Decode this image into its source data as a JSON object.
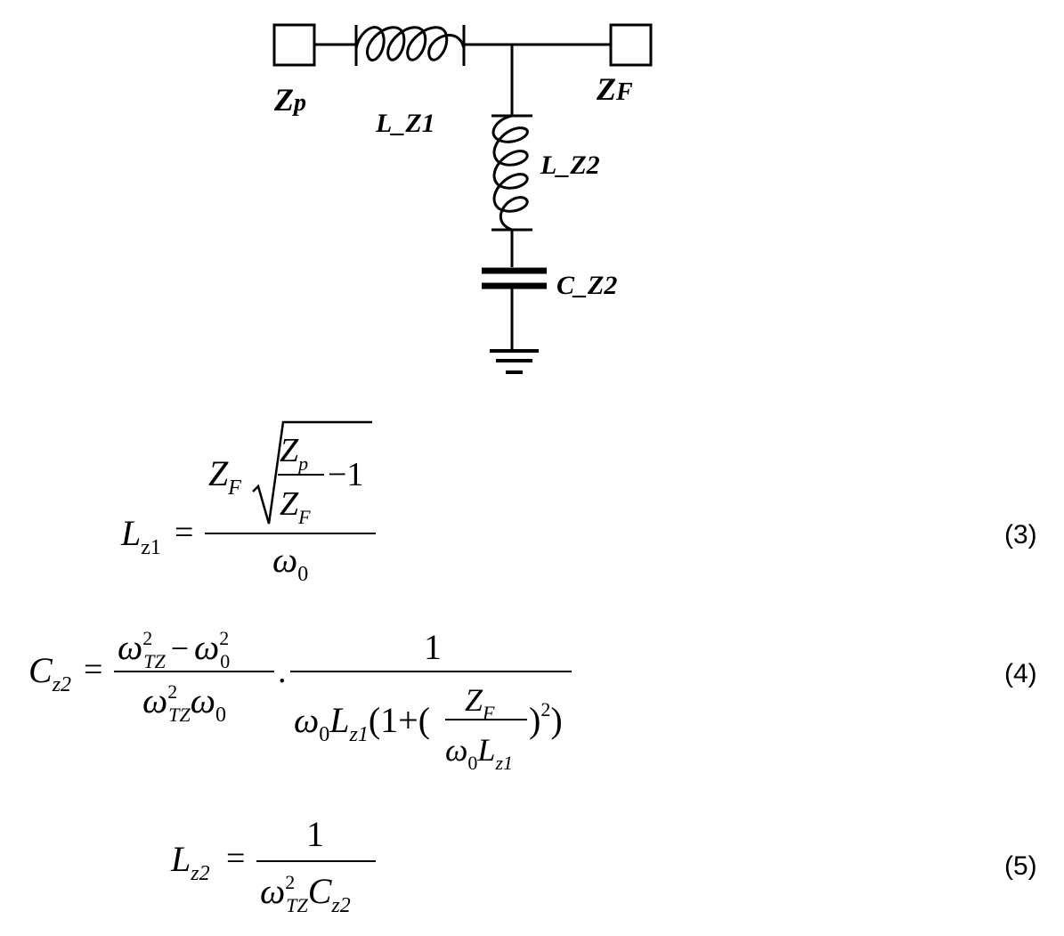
{
  "schematic": {
    "port_left_label": {
      "main": "Z",
      "sub": "p"
    },
    "port_right_label": {
      "main": "Z",
      "sub": "F"
    },
    "series_inductor_label": "L_Z1",
    "shunt_inductor_label": "L_Z2",
    "shunt_capacitor_label": "C_Z2"
  },
  "equations": [
    {
      "number": "(3)",
      "lhs": {
        "main": "L",
        "sub": "z1"
      },
      "equals": "=",
      "num_left": {
        "main": "Z",
        "sub": "F"
      },
      "inner_num": {
        "main": "Z",
        "sub": "p"
      },
      "inner_den": {
        "main": "Z",
        "sub": "F"
      },
      "minus_one": "−1",
      "den": {
        "main": "ω",
        "sub": "0"
      }
    },
    {
      "number": "(4)",
      "lhs": {
        "main": "C",
        "sub": "z2"
      },
      "equals": "=",
      "frac1_num": {
        "a": "ω",
        "a_sup": "2",
        "a_sub": "TZ",
        "minus": "−",
        "b": "ω",
        "b_sup": "2",
        "b_sub": "0"
      },
      "frac1_den": {
        "a": "ω",
        "a_sup": "2",
        "a_sub": "TZ",
        "b": "ω",
        "b_sub": "0"
      },
      "dot": ".",
      "frac2_num": "1",
      "frac2_den": {
        "w": "ω",
        "w_sub": "0",
        "L": "L",
        "L_sub": "z1",
        "open": "(1+(",
        "close_paren": ")",
        "sq": "2",
        "close_outer": ")"
      },
      "inner_frac_num": {
        "main": "Z",
        "sub": "F"
      },
      "inner_frac_den": {
        "w": "ω",
        "w_sub": "0",
        "L": "L",
        "L_sub": "z1"
      }
    },
    {
      "number": "(5)",
      "lhs": {
        "main": "L",
        "sub": "z2"
      },
      "equals": "=",
      "num": "1",
      "den": {
        "w": "ω",
        "w_sup": "2",
        "w_sub": "TZ",
        "C": "C",
        "C_sub": "z2"
      }
    }
  ]
}
